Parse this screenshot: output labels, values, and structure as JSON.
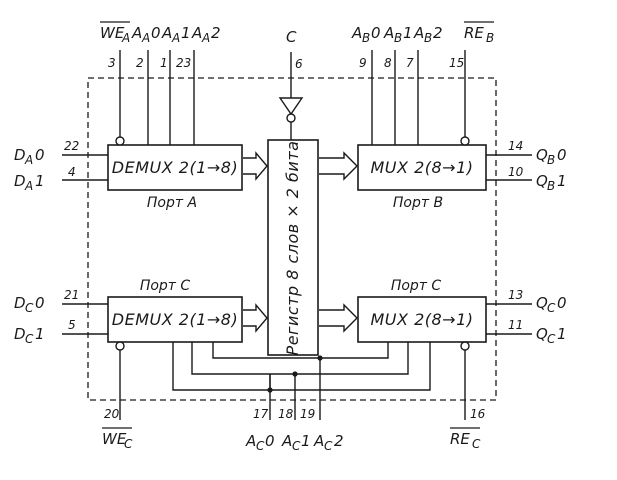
{
  "signals": {
    "we_a": "WE",
    "we_a_sub": "A",
    "aa0": "A",
    "aa0_sub": "A",
    "aa0_idx": "0",
    "aa1": "A",
    "aa1_sub": "A",
    "aa1_idx": "1",
    "aa2": "A",
    "aa2_sub": "A",
    "aa2_idx": "2",
    "c": "C",
    "ab0": "A",
    "ab0_sub": "B",
    "ab0_idx": "0",
    "ab1": "A",
    "ab1_sub": "B",
    "ab1_idx": "1",
    "ab2": "A",
    "ab2_sub": "B",
    "ab2_idx": "2",
    "re_b": "RE",
    "re_b_sub": "B",
    "da0": "D",
    "da0_sub": "A",
    "da0_idx": "0",
    "da1": "D",
    "da1_sub": "A",
    "da1_idx": "1",
    "dc0": "D",
    "dc0_sub": "C",
    "dc0_idx": "0",
    "dc1": "D",
    "dc1_sub": "C",
    "dc1_idx": "1",
    "qb0": "Q",
    "qb0_sub": "B",
    "qb0_idx": "0",
    "qb1": "Q",
    "qb1_sub": "B",
    "qb1_idx": "1",
    "qc0": "Q",
    "qc0_sub": "C",
    "qc0_idx": "0",
    "qc1": "Q",
    "qc1_sub": "C",
    "qc1_idx": "1",
    "we_c": "WE",
    "we_c_sub": "C",
    "ac0": "A",
    "ac0_sub": "C",
    "ac0_idx": "0",
    "ac1": "A",
    "ac1_sub": "C",
    "ac1_idx": "1",
    "ac2": "A",
    "ac2_sub": "C",
    "ac2_idx": "2",
    "re_c": "RE",
    "re_c_sub": "C"
  },
  "pins": {
    "we_a": "3",
    "aa0": "2",
    "aa1": "1",
    "aa2": "23",
    "c": "6",
    "ab0": "9",
    "ab1": "8",
    "ab2": "7",
    "re_b": "15",
    "da0": "22",
    "da1": "4",
    "qb0": "14",
    "qb1": "10",
    "dc0": "21",
    "dc1": "5",
    "qc0": "13",
    "qc1": "11",
    "we_c": "20",
    "ac0": "17",
    "ac1": "18",
    "ac2": "19",
    "re_c": "16"
  },
  "blocks": {
    "demux_a": "DEMUX 2(1→8)",
    "mux_b": "MUX 2(8→1)",
    "demux_c": "DEMUX 2(1→8)",
    "mux_c": "MUX 2(8→1)",
    "register": "Регистр 8 слов × 2 бита"
  },
  "ports": {
    "port_a": "Порт A",
    "port_b": "Порт B",
    "port_c_left": "Порт C",
    "port_c_right": "Порт C"
  }
}
